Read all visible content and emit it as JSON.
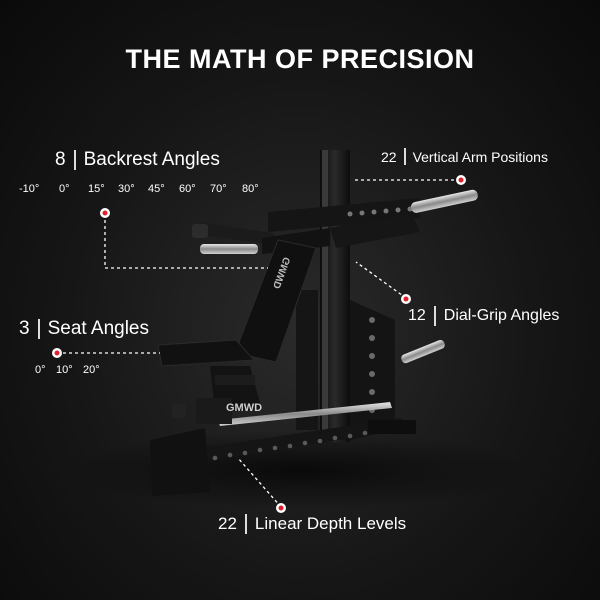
{
  "title": "THE MATH OF PRECISION",
  "brand": "GMWD",
  "backrest": {
    "count": "8",
    "label": "Backrest Angles",
    "angles": [
      "-10°",
      "0°",
      "15°",
      "30°",
      "45°",
      "60°",
      "70°",
      "80°"
    ]
  },
  "seat": {
    "count": "3",
    "label": "Seat Angles",
    "angles": [
      "0°",
      "10°",
      "20°"
    ]
  },
  "vertical_arm": {
    "count": "22",
    "label": "Vertical Arm Positions"
  },
  "dial_grip": {
    "count": "12",
    "label": "Dial-Grip Angles"
  },
  "linear_depth": {
    "count": "22",
    "label": "Linear Depth Levels"
  },
  "colors": {
    "accent": "#e0202a",
    "background": "#141414",
    "text": "#ffffff"
  }
}
